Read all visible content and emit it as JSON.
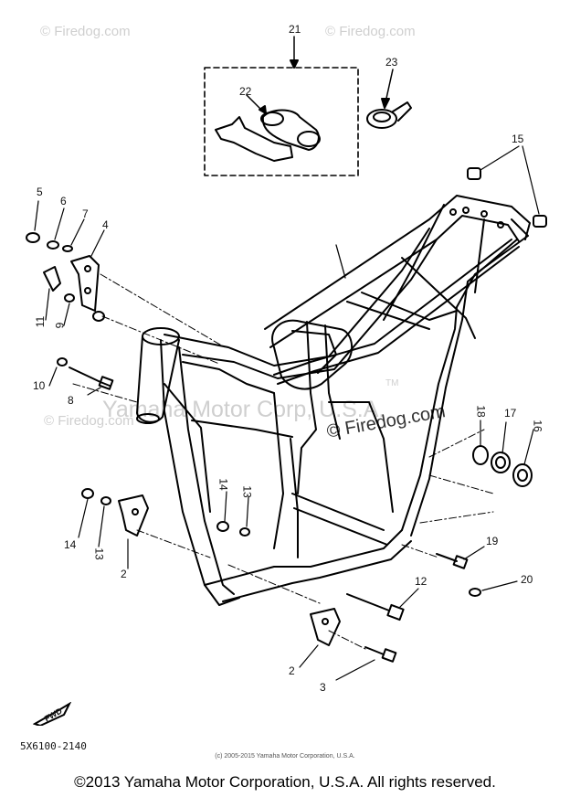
{
  "watermarks": {
    "top_left": "© Firedog.com",
    "top_right": "© Firedog.com",
    "mid_left": "© Firedog.com",
    "center": "© Firedog.com",
    "yamaha": "Yamaha Motor Corp, U.S.A.",
    "tm": "TM"
  },
  "callouts": {
    "c21": "21",
    "c22": "22",
    "c23": "23",
    "c15": "15",
    "c5": "5",
    "c6": "6",
    "c7": "7",
    "c4": "4",
    "c11": "11",
    "c9": "9",
    "c10": "10",
    "c8": "8",
    "c18": "18",
    "c17": "17",
    "c16": "16",
    "c14a": "14",
    "c13a": "13",
    "c14b": "14",
    "c13b": "13",
    "c2a": "2",
    "c19": "19",
    "c20": "20",
    "c12": "12",
    "c2b": "2",
    "c3": "3"
  },
  "fwd_label": "FWD",
  "part_number": "5X6100-2140",
  "small_copyright": "(c) 2005-2015 Yamaha Motor Corporation, U.S.A.",
  "footer": "©2013 Yamaha Motor Corporation, U.S.A. All rights reserved."
}
